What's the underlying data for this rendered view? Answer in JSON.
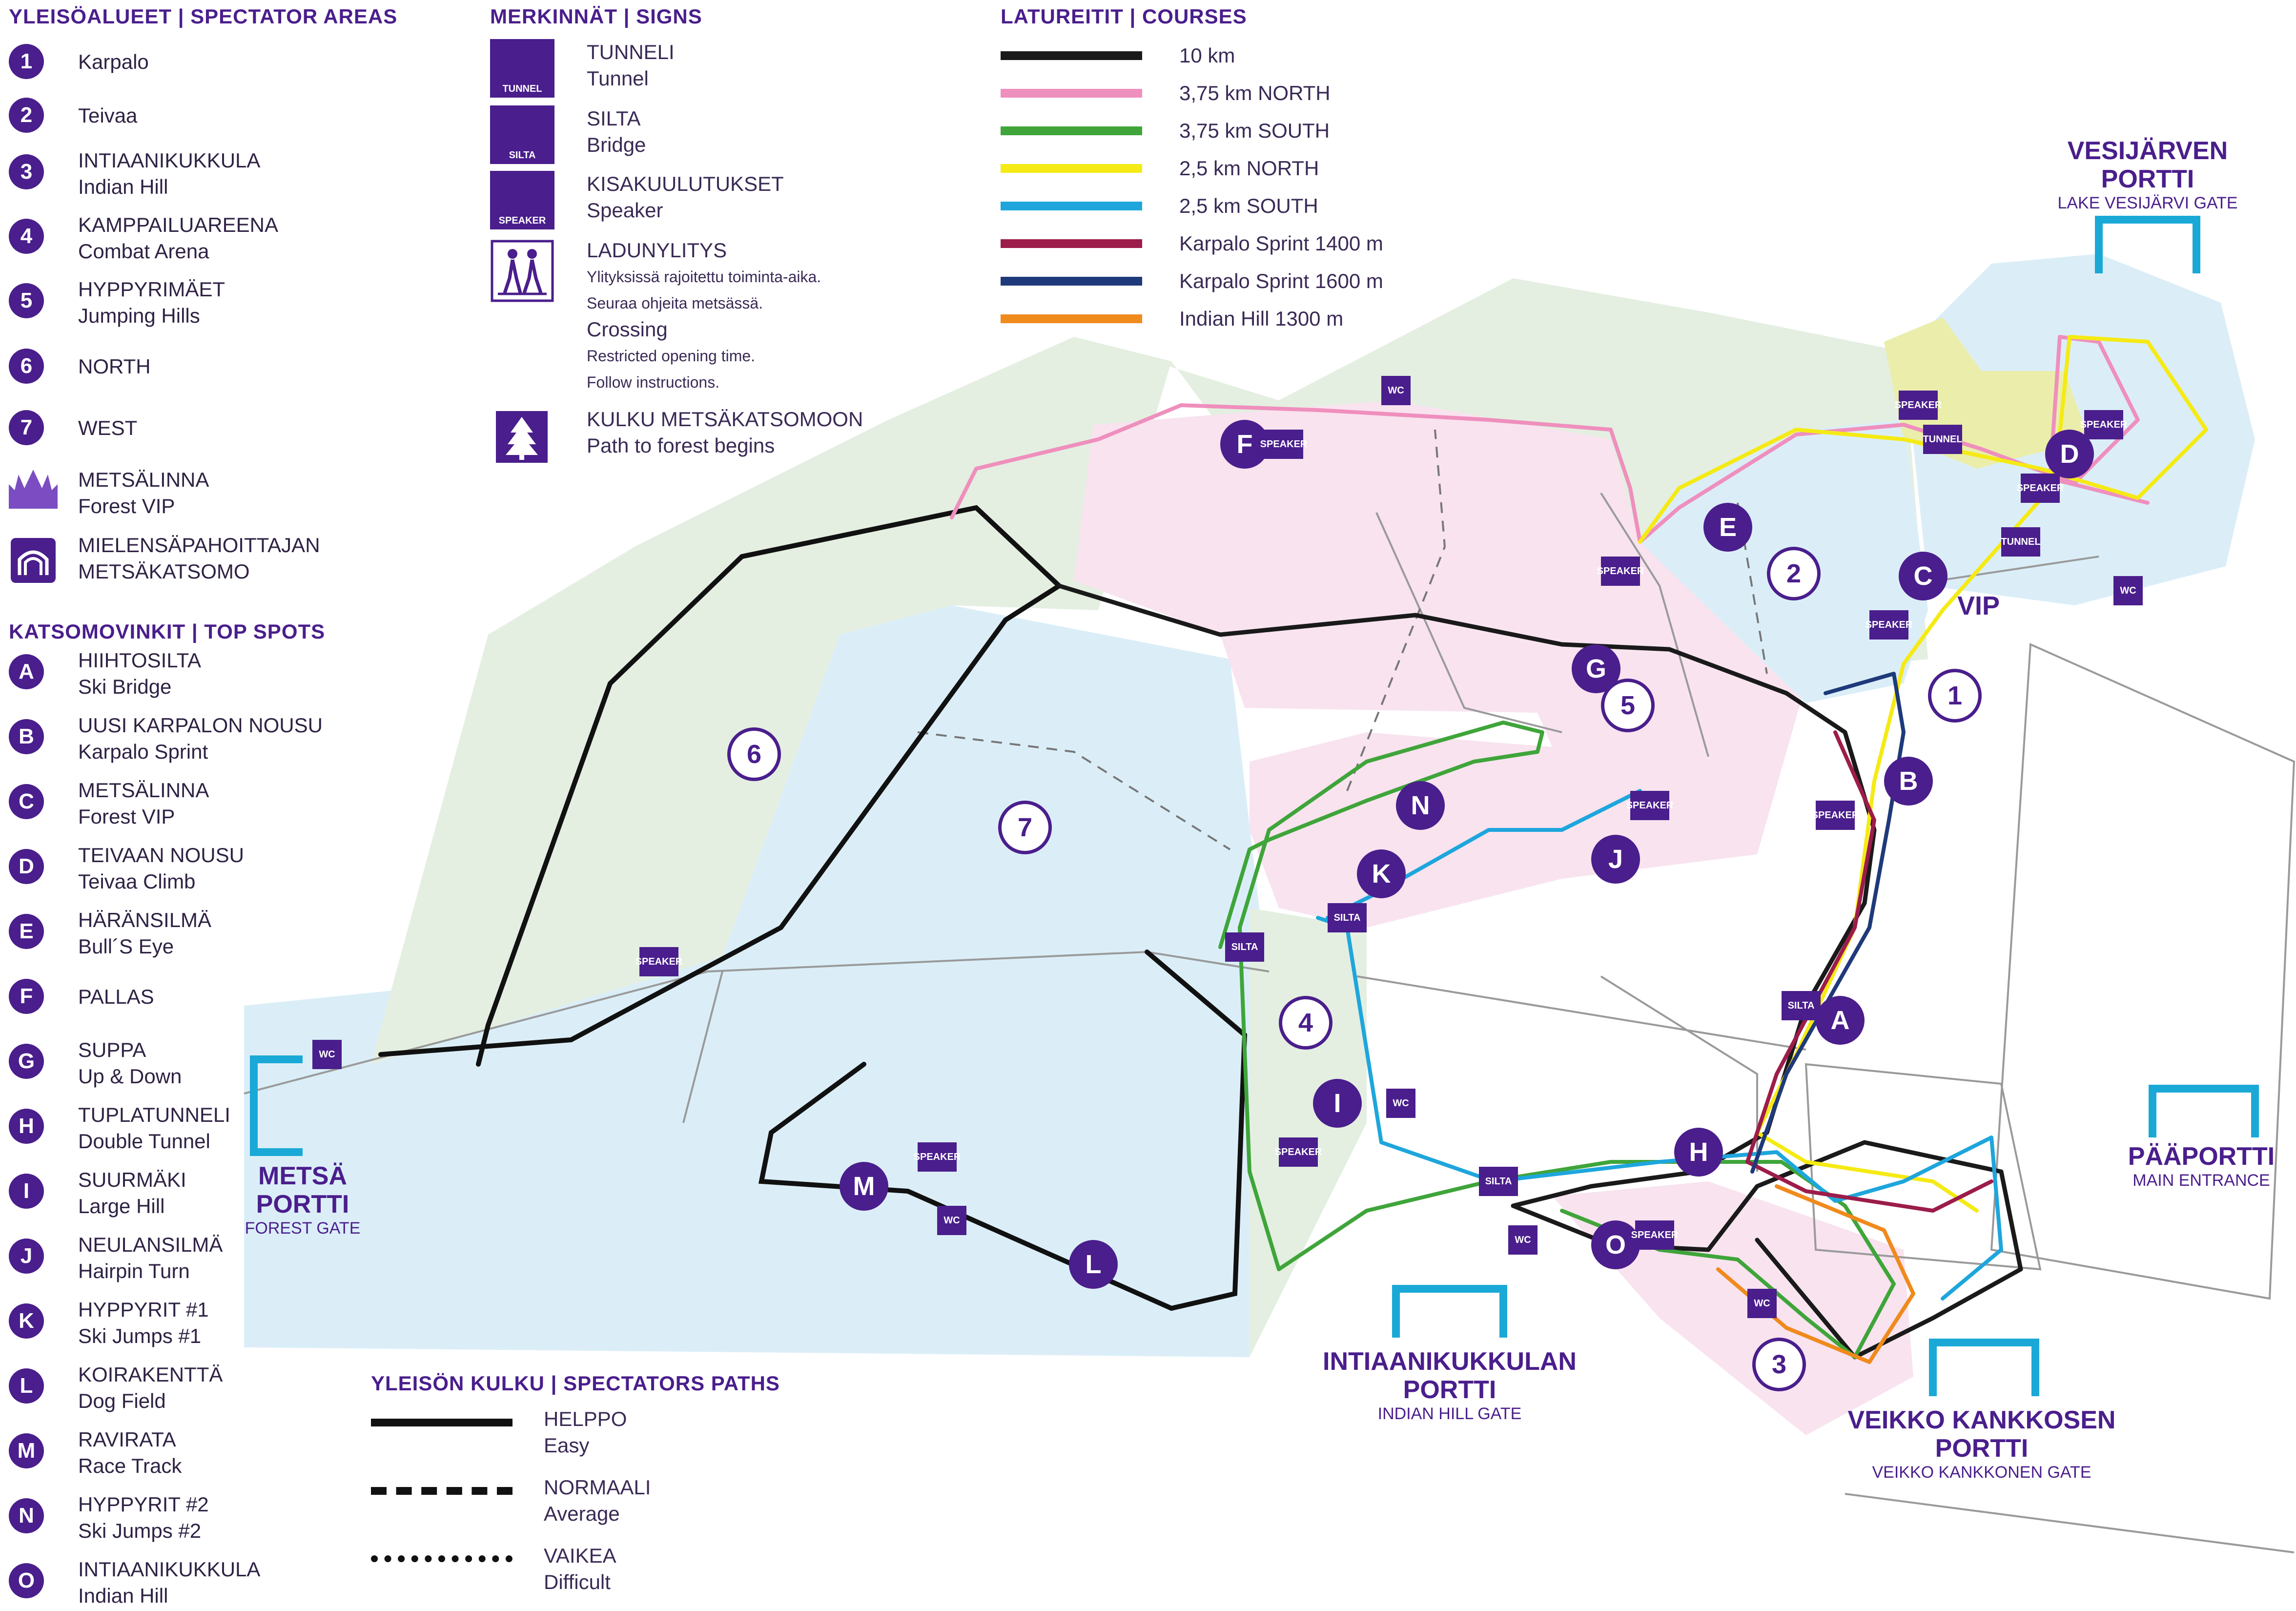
{
  "spectator_areas": {
    "title": "YLEISÖALUEET | SPECTATOR AREAS",
    "items": [
      {
        "id": "1",
        "line1": "Karpalo",
        "line2": ""
      },
      {
        "id": "2",
        "line1": "Teivaa",
        "line2": ""
      },
      {
        "id": "3",
        "line1": "INTIAANIKUKKULA",
        "line2": "Indian Hill"
      },
      {
        "id": "4",
        "line1": "KAMPPAILUAREENA",
        "line2": "Combat Arena"
      },
      {
        "id": "5",
        "line1": "HYPPYRIMÄET",
        "line2": "Jumping Hills"
      },
      {
        "id": "6",
        "line1": "NORTH",
        "line2": ""
      },
      {
        "id": "7",
        "line1": "WEST",
        "line2": ""
      }
    ],
    "forest_vip": {
      "line1": "METSÄLINNA",
      "line2": "Forest VIP"
    },
    "viewing": {
      "line1": "MIELENSÄPAHOITTAJAN",
      "line2": "METSÄKATSOMO"
    }
  },
  "top_spots": {
    "title": "KATSOMOVINKIT | TOP SPOTS",
    "items": [
      {
        "id": "A",
        "line1": "HIIHTOSILTA",
        "line2": "Ski Bridge"
      },
      {
        "id": "B",
        "line1": "UUSI KARPALON NOUSU",
        "line2": "Karpalo Sprint"
      },
      {
        "id": "C",
        "line1": "METSÄLINNA",
        "line2": "Forest VIP"
      },
      {
        "id": "D",
        "line1": "TEIVAAN NOUSU",
        "line2": "Teivaa Climb"
      },
      {
        "id": "E",
        "line1": "HÄRÄNSILMÄ",
        "line2": "Bull´S Eye"
      },
      {
        "id": "F",
        "line1": "PALLAS",
        "line2": ""
      },
      {
        "id": "G",
        "line1": "SUPPA",
        "line2": "Up & Down"
      },
      {
        "id": "H",
        "line1": "TUPLATUNNELI",
        "line2": "Double Tunnel"
      },
      {
        "id": "I",
        "line1": "SUURMÄKI",
        "line2": "Large Hill"
      },
      {
        "id": "J",
        "line1": "NEULANSILMÄ",
        "line2": "Hairpin Turn"
      },
      {
        "id": "K",
        "line1": "HYPPYRIT #1",
        "line2": "Ski Jumps #1"
      },
      {
        "id": "L",
        "line1": "KOIRAKENTTÄ",
        "line2": "Dog Field"
      },
      {
        "id": "M",
        "line1": "RAVIRATA",
        "line2": "Race Track"
      },
      {
        "id": "N",
        "line1": "HYPPYRIT #2",
        "line2": "Ski Jumps #2"
      },
      {
        "id": "O",
        "line1": "INTIAANIKUKKULA",
        "line2": "Indian Hill"
      }
    ]
  },
  "signs": {
    "title": "MERKINNÄT | SIGNS",
    "tunnel": {
      "icon": "TUNNEL",
      "line1": "TUNNELI",
      "line2": "Tunnel"
    },
    "bridge": {
      "icon": "SILTA",
      "line1": "SILTA",
      "line2": "Bridge"
    },
    "speaker": {
      "icon": "SPEAKER",
      "line1": "KISAKUULUTUKSET",
      "line2": "Speaker"
    },
    "crossing": {
      "line1": "LADUNYLITYS",
      "s1": "Ylityksissä rajoitettu toiminta-aika.",
      "s2": "Seuraa ohjeita metsässä.",
      "line3": "Crossing",
      "s3": "Restricted opening time.",
      "s4": "Follow  instructions."
    },
    "forest": {
      "line1": "KULKU METSÄKATSOMOON",
      "line2": "Path to forest begins"
    }
  },
  "courses": {
    "title": "LATUREITIT | COURSES",
    "items": [
      {
        "name": "10 km",
        "color": "#1a1a1a"
      },
      {
        "name": "3,75 km NORTH",
        "color": "#ef8fbd"
      },
      {
        "name": "3,75 km SOUTH",
        "color": "#3fa53a"
      },
      {
        "name": "2,5 km NORTH",
        "color": "#f5ea14"
      },
      {
        "name": "2,5 km SOUTH",
        "color": "#1ea6dc"
      },
      {
        "name": "Karpalo Sprint 1400 m",
        "color": "#9c1c4a"
      },
      {
        "name": "Karpalo Sprint 1600 m",
        "color": "#1f3a7a"
      },
      {
        "name": "Indian Hill 1300 m",
        "color": "#f08a1c"
      }
    ]
  },
  "paths": {
    "title": "YLEISÖN KULKU | SPECTATORS PATHS",
    "items": [
      {
        "line1": "HELPPO",
        "line2": "Easy",
        "style": "solid"
      },
      {
        "line1": "NORMAALI",
        "line2": "Average",
        "style": "dashed"
      },
      {
        "line1": "VAIKEA",
        "line2": "Difficult",
        "style": "dotted"
      }
    ]
  },
  "gates": {
    "forest": {
      "line1": "METSÄ",
      "line2": "PORTTI",
      "line3": "FOREST GATE"
    },
    "lake": {
      "line1": "VESIJÄRVEN",
      "line2": "PORTTI",
      "line3": "LAKE VESIJÄRVI GATE"
    },
    "main": {
      "line1": "PÄÄPORTTI",
      "line3": "MAIN ENTRANCE"
    },
    "indian": {
      "line1": "INTIAANIKUKKULAN",
      "line2": "PORTTI",
      "line3": "INDIAN HILL GATE"
    },
    "veikko": {
      "line1": "VEIKKO KANKKOSEN",
      "line2": "PORTTI",
      "line3": "VEIKKO KANKKONEN GATE"
    }
  },
  "map_labels": {
    "areas": [
      "1",
      "2",
      "3",
      "4",
      "5",
      "6",
      "7"
    ],
    "spots": [
      "A",
      "B",
      "C",
      "D",
      "E",
      "F",
      "G",
      "H",
      "I",
      "J",
      "K",
      "L",
      "M",
      "N",
      "O"
    ],
    "vip": "VIP",
    "wc": "WC",
    "speaker": "SPEAKER",
    "tunnel": "TUNNEL",
    "silta": "SILTA"
  },
  "colors": {
    "brand": "#4a1e8c",
    "gate": "#1aa9d6",
    "zone_blue": "#dbeef8",
    "zone_pink": "#f8e1ee",
    "zone_green": "#e3efe0"
  }
}
